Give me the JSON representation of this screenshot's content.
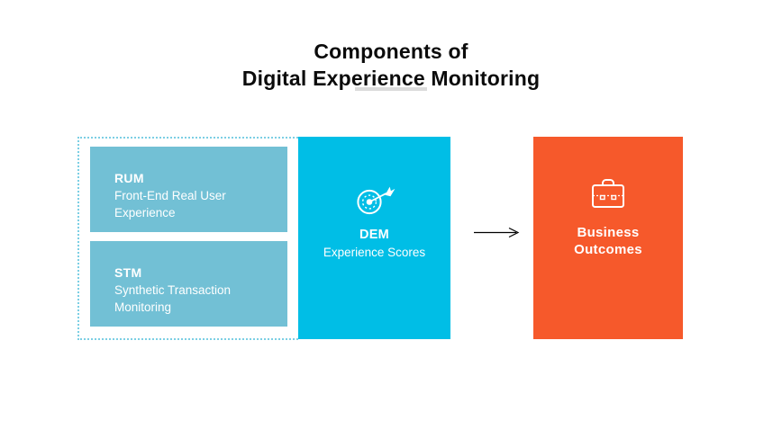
{
  "title": {
    "line1": "Components of",
    "line2": "Digital Experience Monitoring"
  },
  "colors": {
    "cyan": "#00BEE6",
    "light_blue": "#72C0D5",
    "orange": "#F6592B",
    "dashed_border": "#7CCFE4",
    "divider_gray": "#DBDBDB",
    "title_text": "#0B0B0B",
    "box_text": "#FFFFFF",
    "arrow": "#000000"
  },
  "monitoring_group": {
    "items": [
      {
        "abbr": "RUM",
        "desc": "Front-End Real User Experience"
      },
      {
        "abbr": "STM",
        "desc": "Synthetic Transaction Monitoring"
      }
    ]
  },
  "dem_box": {
    "icon": "target-arrow-icon",
    "abbr": "DEM",
    "desc": "Experience Scores"
  },
  "flow_arrow": {
    "icon": "right-arrow-icon"
  },
  "outcome_box": {
    "icon": "briefcase-icon",
    "label": "Business Outcomes"
  }
}
